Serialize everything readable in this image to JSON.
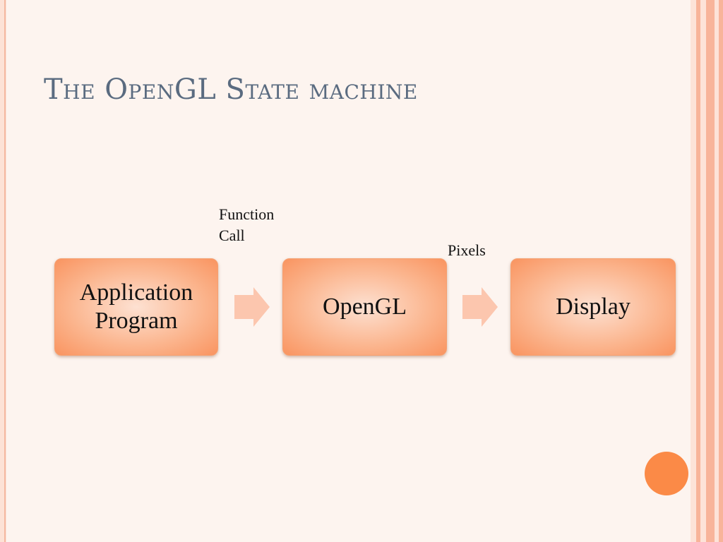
{
  "slide": {
    "title": "The OpenGL State machine"
  },
  "diagram": {
    "boxes": [
      {
        "line1": "Application",
        "line2": "Program"
      },
      {
        "line1": "OpenGL",
        "line2": ""
      },
      {
        "line1": "Display",
        "line2": ""
      }
    ],
    "labels": {
      "function_call_line1": "Function",
      "function_call_line2": "Call",
      "pixels": "Pixels"
    }
  },
  "colors": {
    "background": "#fdf4ef",
    "title": "#5a6b80",
    "box_fill": "#fbb58e",
    "arrow": "#fcc6ae",
    "accent_dot": "#fb8a47",
    "stripe_dark": "#f8b49a",
    "stripe_light": "#fde3d8"
  }
}
